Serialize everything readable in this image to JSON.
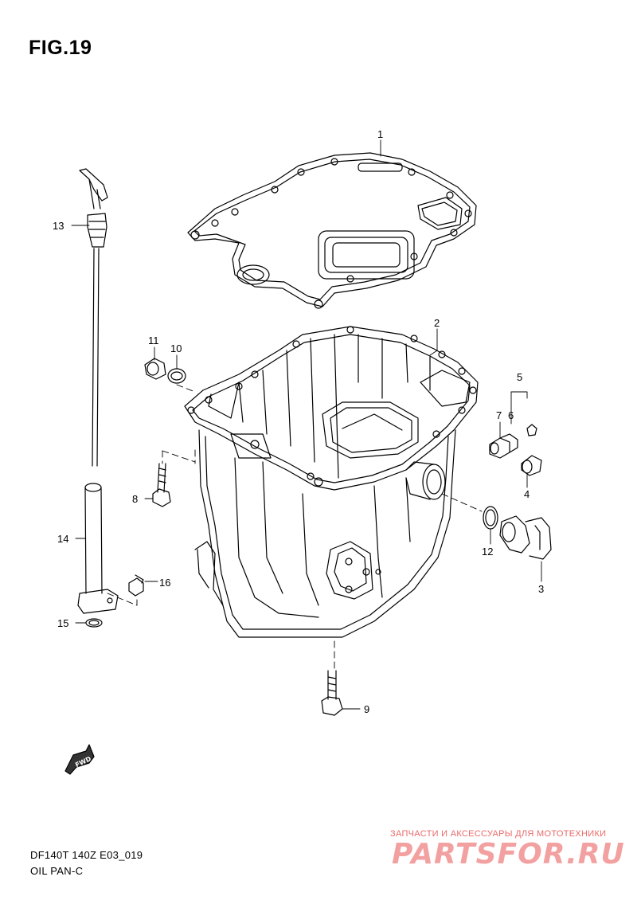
{
  "figure": {
    "title": "FIG.19"
  },
  "callouts": [
    {
      "id": "1",
      "label": "1"
    },
    {
      "id": "2",
      "label": "2"
    },
    {
      "id": "3",
      "label": "3"
    },
    {
      "id": "4",
      "label": "4"
    },
    {
      "id": "5",
      "label": "5"
    },
    {
      "id": "6",
      "label": "6"
    },
    {
      "id": "7",
      "label": "7"
    },
    {
      "id": "8",
      "label": "8"
    },
    {
      "id": "9",
      "label": "9"
    },
    {
      "id": "10",
      "label": "10"
    },
    {
      "id": "11",
      "label": "11"
    },
    {
      "id": "12",
      "label": "12"
    },
    {
      "id": "13",
      "label": "13"
    },
    {
      "id": "14",
      "label": "14"
    },
    {
      "id": "15",
      "label": "15"
    },
    {
      "id": "16",
      "label": "16"
    }
  ],
  "direction_arrow": {
    "label": "FWD"
  },
  "footer": {
    "model_code": "DF140T 140Z E03_019",
    "assembly_name": "OIL PAN-C"
  },
  "watermark": {
    "tagline": "ЗАПЧАСТИ И АКСЕССУАРЫ ДЛЯ МОТОТЕХНИКИ",
    "logo": "PARTSFOR.RU",
    "color": "#e96a6a"
  }
}
